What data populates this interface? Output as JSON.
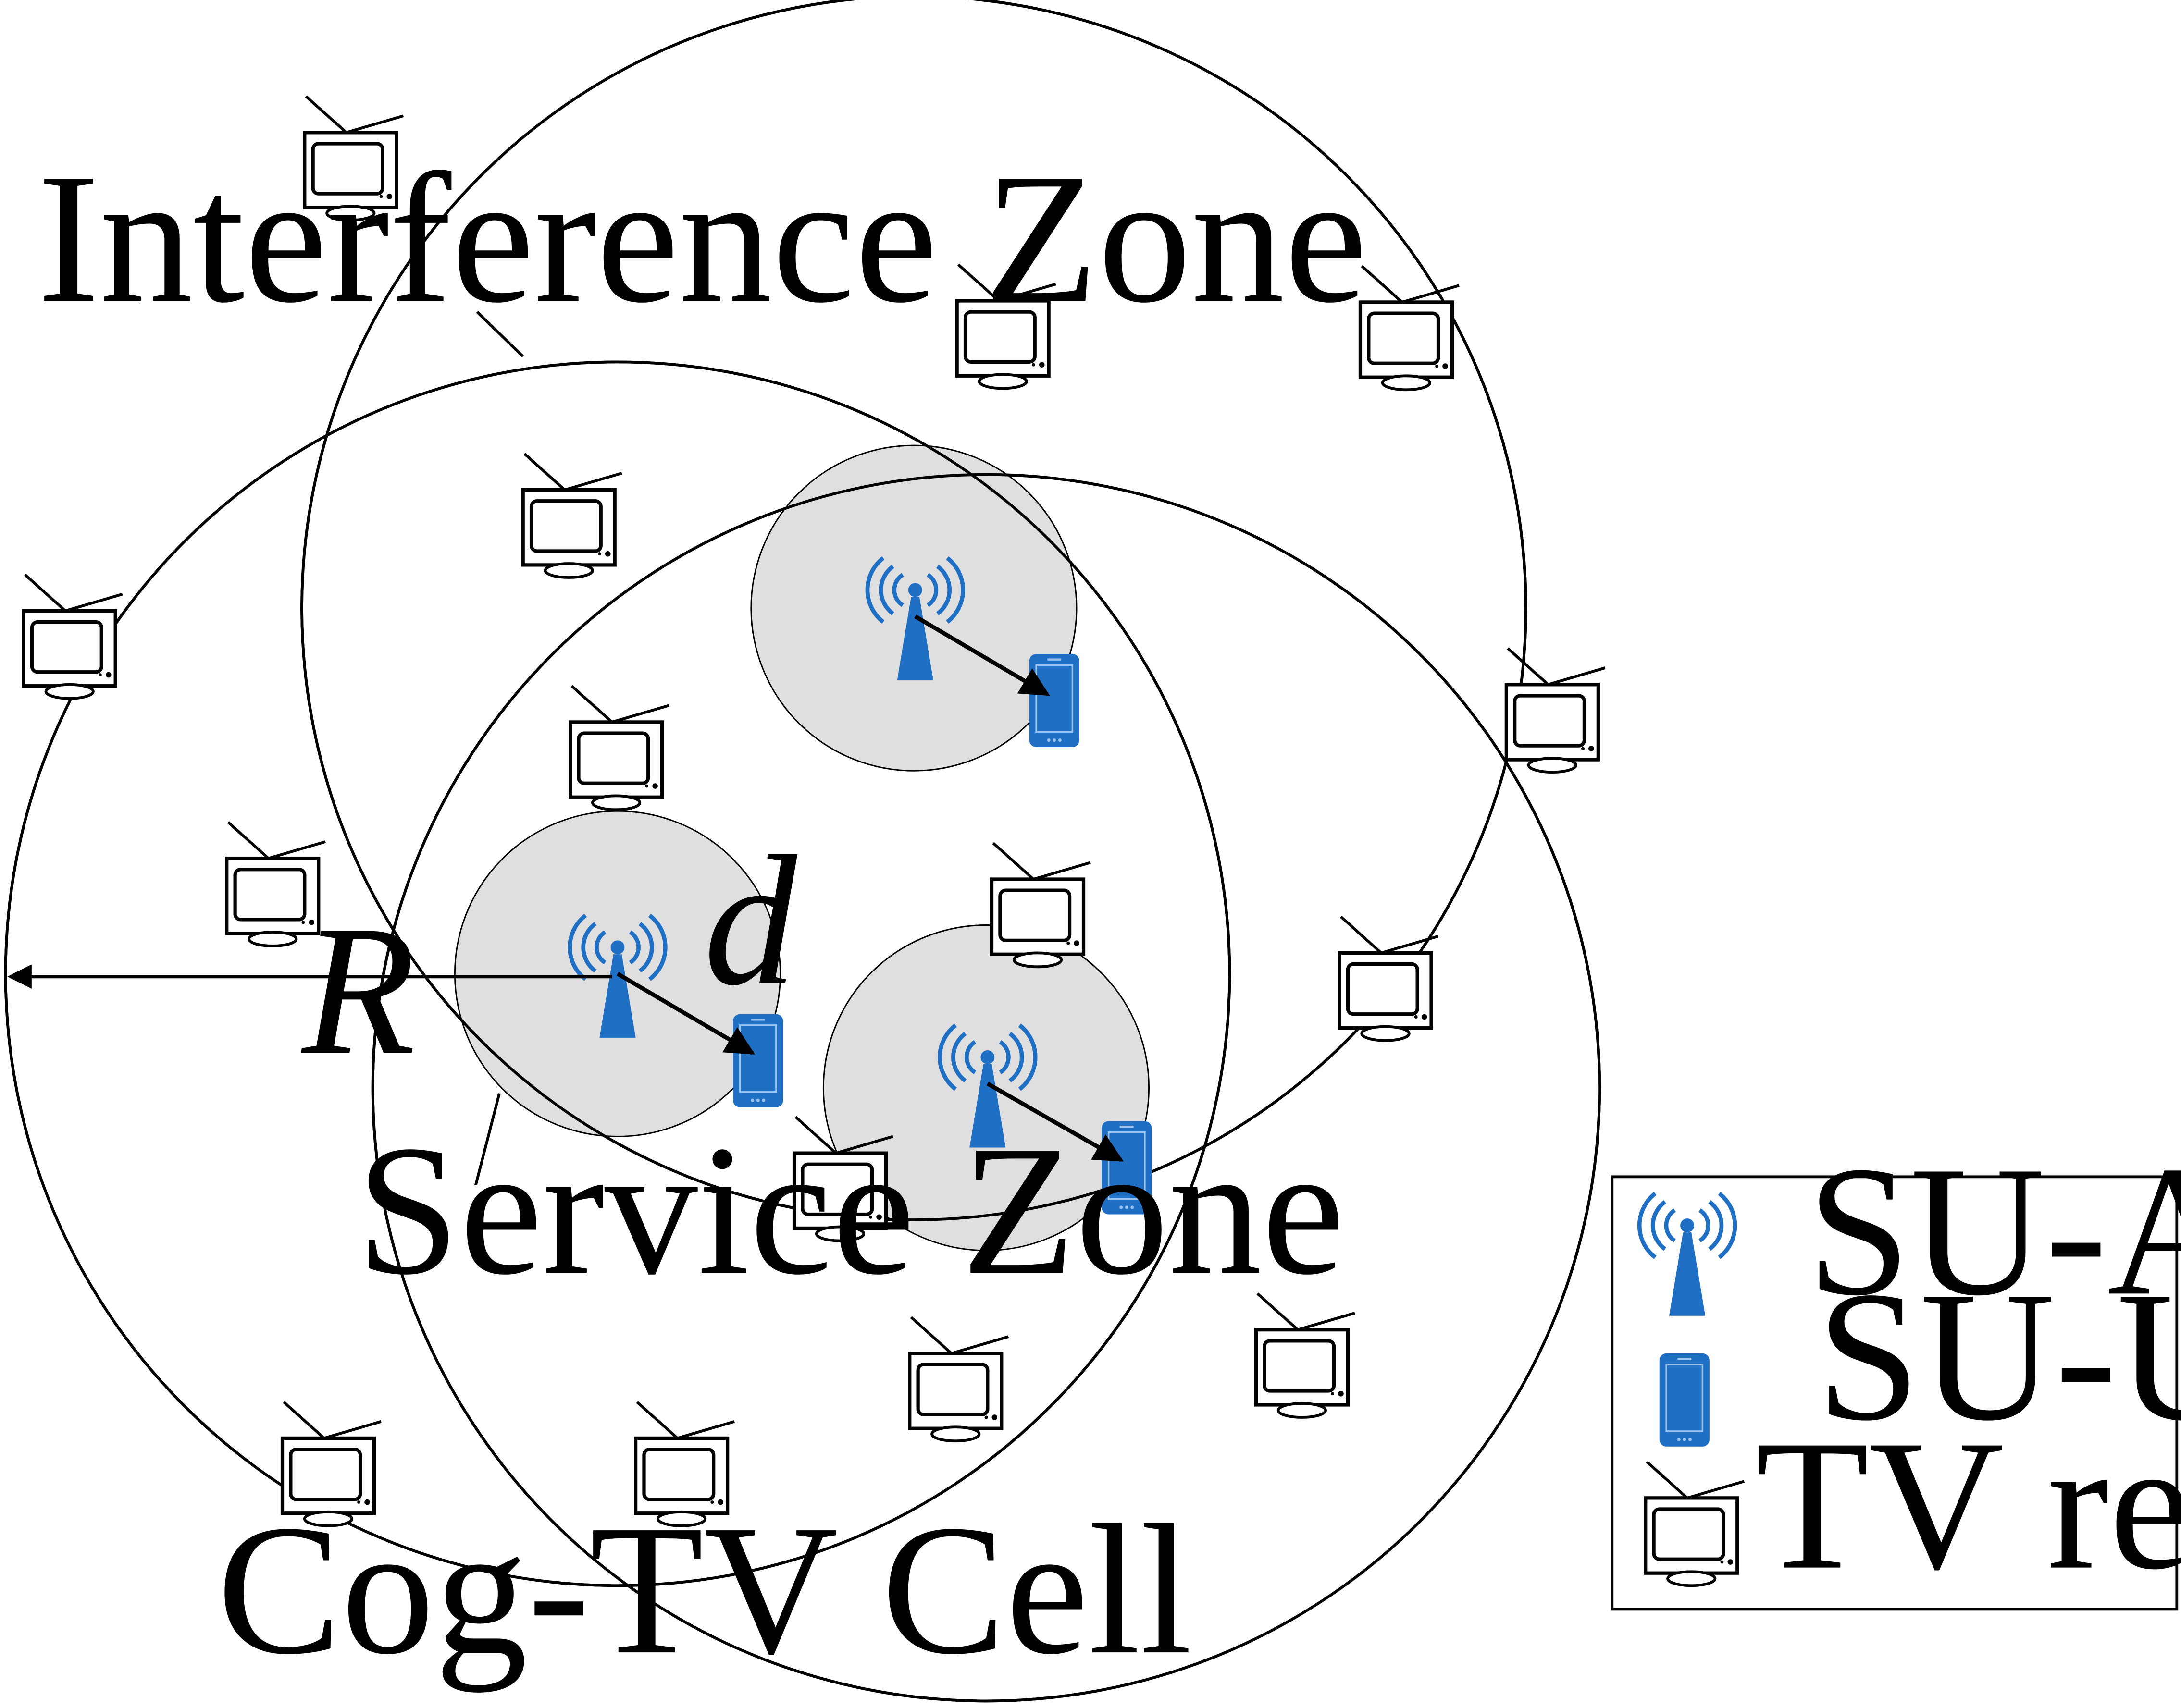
{
  "labels": {
    "interference_zone": "Interference Zone",
    "service_zone": "Service Zone",
    "cell": "Cog-TV Cell",
    "radius": "R",
    "distance": "d"
  },
  "legend": {
    "ap": "SU-AP",
    "ue": "SU-UE",
    "tv": "TV receiver"
  },
  "icons": {
    "ap": "antenna-tower-icon",
    "ue": "smartphone-icon",
    "tv": "tv-receiver-icon"
  },
  "colors": {
    "device_blue": "#1f6fc5",
    "legend_blue": "#4472c4",
    "zone_fill": "#d9d9d9"
  }
}
